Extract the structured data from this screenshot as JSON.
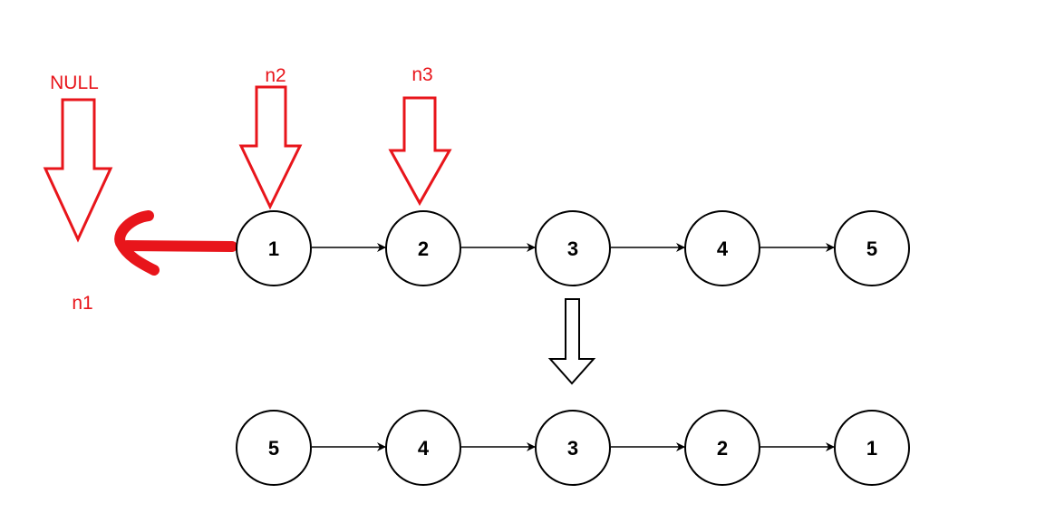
{
  "diagram": {
    "labels": {
      "null_label": "NULL",
      "n1": "n1",
      "n2": "n2",
      "n3": "n3"
    },
    "original_list": {
      "nodes": [
        "1",
        "2",
        "3",
        "4",
        "5"
      ]
    },
    "reversed_list": {
      "nodes": [
        "5",
        "4",
        "3",
        "2",
        "1"
      ]
    },
    "colors": {
      "pointer": "#e8151b",
      "node_stroke": "#000000",
      "background": "#ffffff"
    }
  }
}
